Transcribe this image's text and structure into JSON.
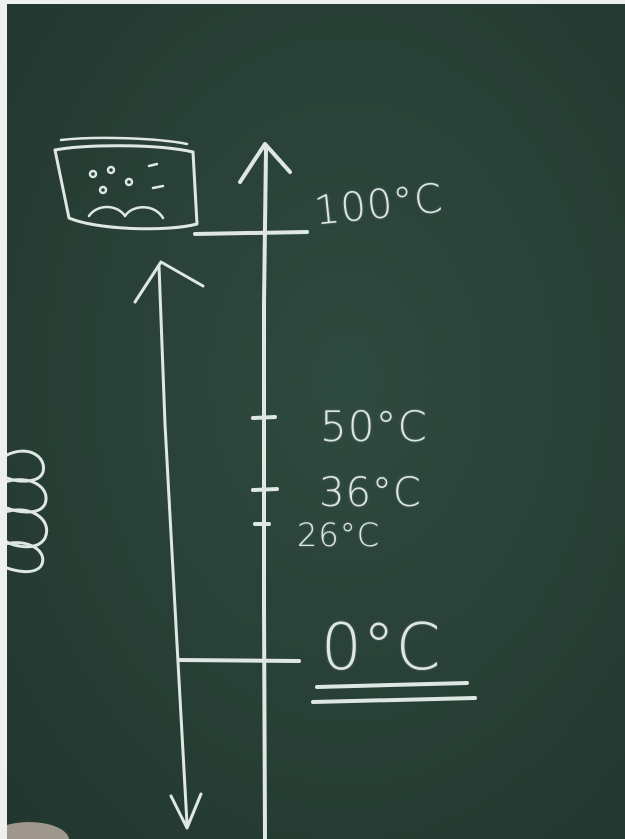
{
  "board": {
    "labels": {
      "t100": "100°C",
      "t50": "50°C",
      "t36": "36°C",
      "t26": "26°C",
      "t0": "0°C"
    }
  },
  "colors": {
    "board": "#283f36",
    "chalk": "#dfe7e2",
    "background": "#eef0ef"
  }
}
